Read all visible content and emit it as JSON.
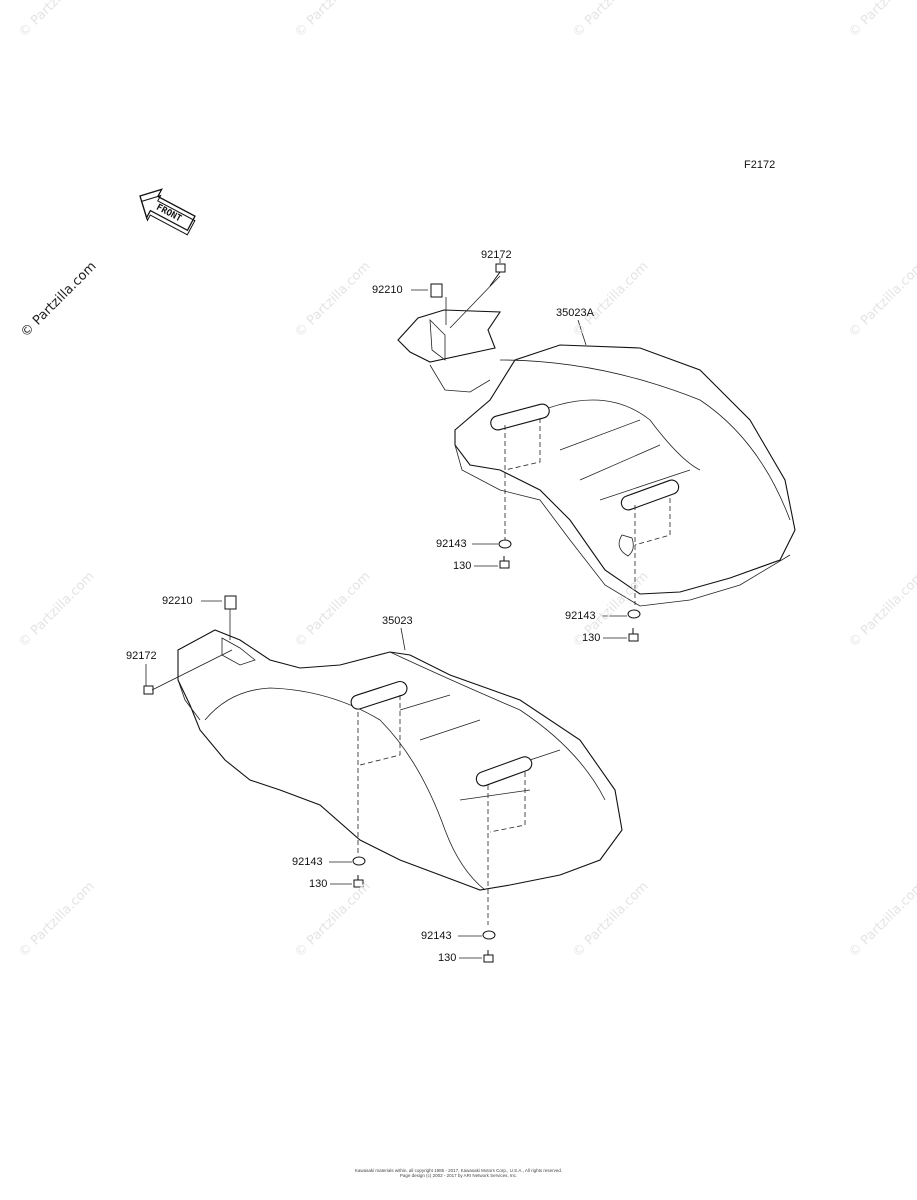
{
  "figure_code": "F2172",
  "front_arrow": {
    "label": "FRONT",
    "icon": "front-arrow-icon"
  },
  "watermark": "© Partzilla.com",
  "labels": {
    "upper_clip": "92210",
    "upper_bolt": "92172",
    "upper_part": "35023A",
    "upper_washer_a": "92143",
    "upper_screw_a": "130",
    "upper_washer_b": "92143",
    "upper_screw_b": "130",
    "lower_clip": "92210",
    "lower_bolt": "92172",
    "lower_part": "35023",
    "lower_washer_a": "92143",
    "lower_screw_a": "130",
    "lower_washer_b": "92143",
    "lower_screw_b": "130"
  },
  "footer": {
    "line1": "Kawasaki materials within, all copyright 1985 - 2017, Kawasaki Motors Corp., U.S.A., All rights reserved.",
    "line2": "Page design (c) 2002 - 2017 by ARI Network Services, Inc."
  }
}
